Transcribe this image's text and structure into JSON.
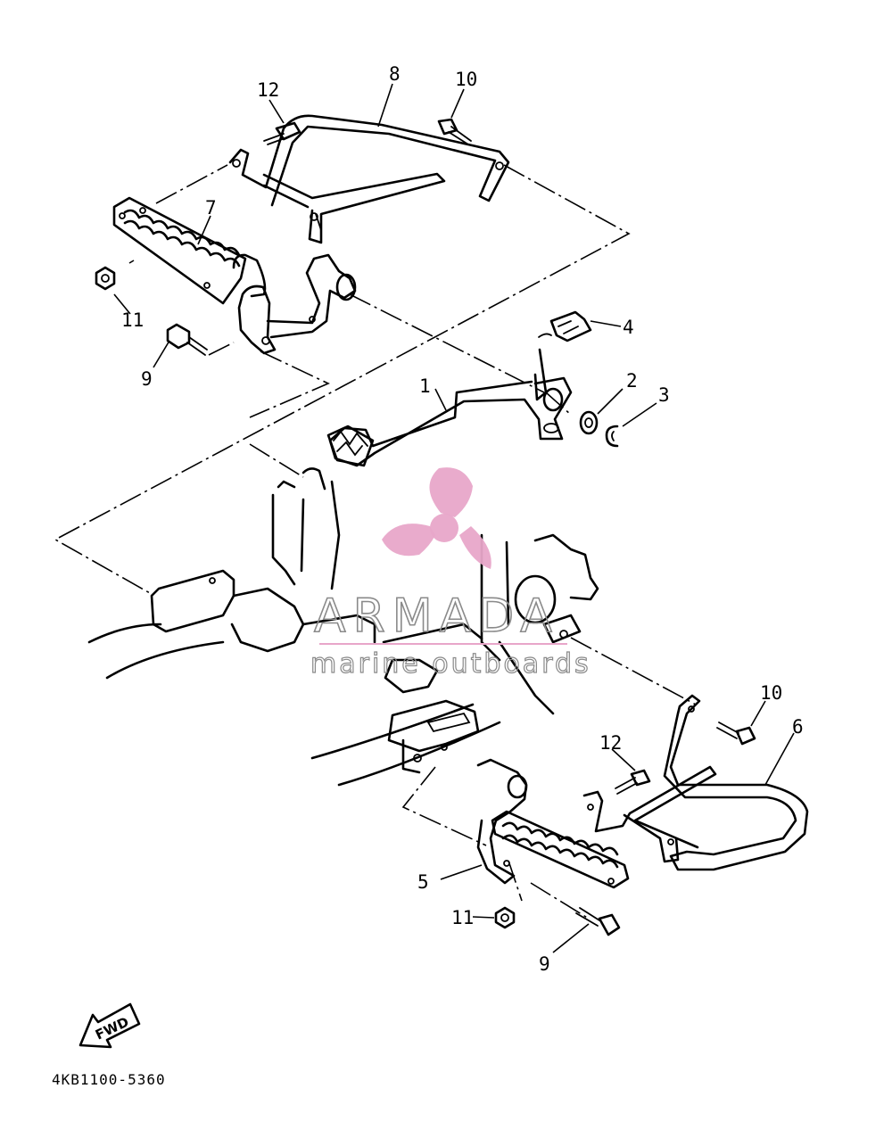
{
  "diagram_code": "4KB1100-5360",
  "fwd_label": "FWD",
  "watermark": {
    "brand": "ARMADA",
    "tagline": "marine outboards",
    "color": "#e8a6c9"
  },
  "callouts": [
    {
      "id": "c12a",
      "label": "12"
    },
    {
      "id": "c8",
      "label": "8"
    },
    {
      "id": "c10a",
      "label": "10"
    },
    {
      "id": "c7",
      "label": "7"
    },
    {
      "id": "c11a",
      "label": "11"
    },
    {
      "id": "c9a",
      "label": "9"
    },
    {
      "id": "c4",
      "label": "4"
    },
    {
      "id": "c1",
      "label": "1"
    },
    {
      "id": "c2",
      "label": "2"
    },
    {
      "id": "c3",
      "label": "3"
    },
    {
      "id": "c10b",
      "label": "10"
    },
    {
      "id": "c6",
      "label": "6"
    },
    {
      "id": "c12b",
      "label": "12"
    },
    {
      "id": "c5",
      "label": "5"
    },
    {
      "id": "c11b",
      "label": "11"
    },
    {
      "id": "c9b",
      "label": "9"
    }
  ]
}
